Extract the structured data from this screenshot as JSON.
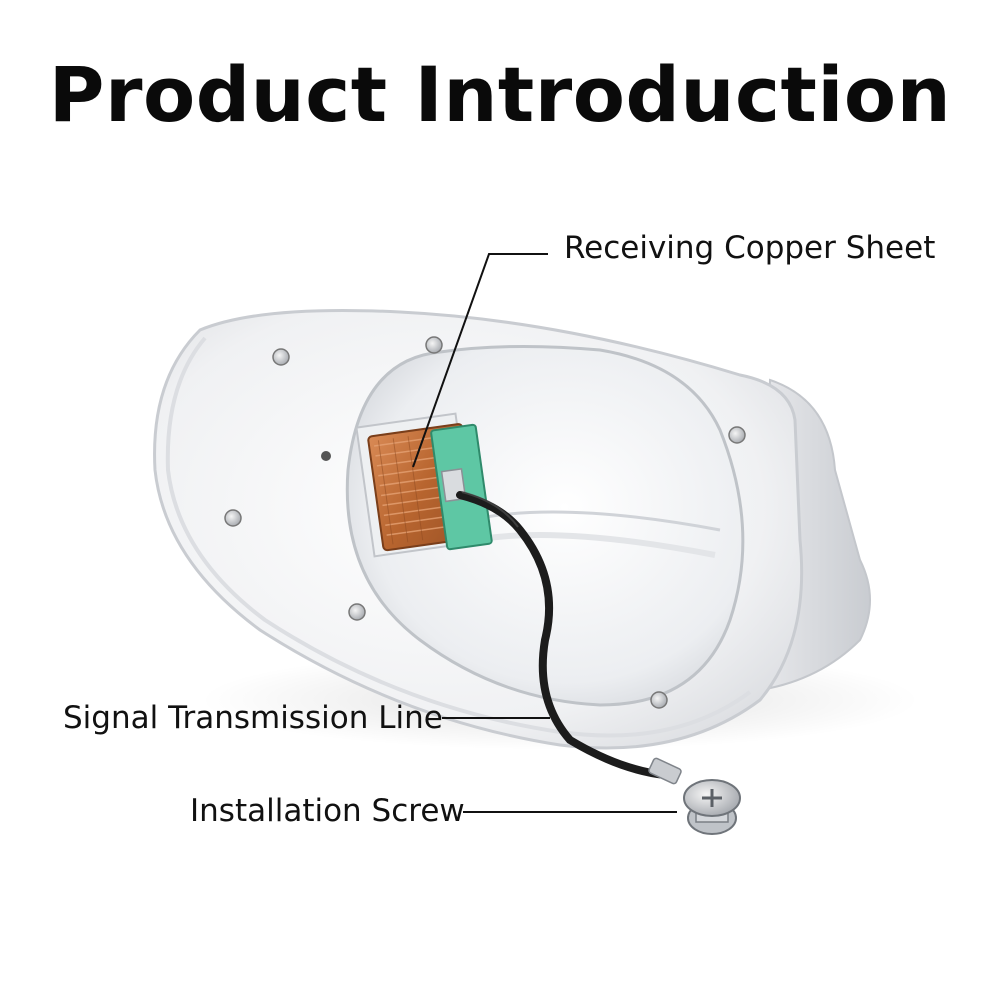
{
  "title": "Product Introduction",
  "callouts": {
    "copper_sheet": "Receiving Copper Sheet",
    "signal_line": "Signal Transmission Line",
    "screw": "Installation Screw"
  },
  "colors": {
    "shell": "#f1f2f4",
    "copper": "#c0713e",
    "connector": "#5ec7a4",
    "cable": "#1c1c1c"
  }
}
